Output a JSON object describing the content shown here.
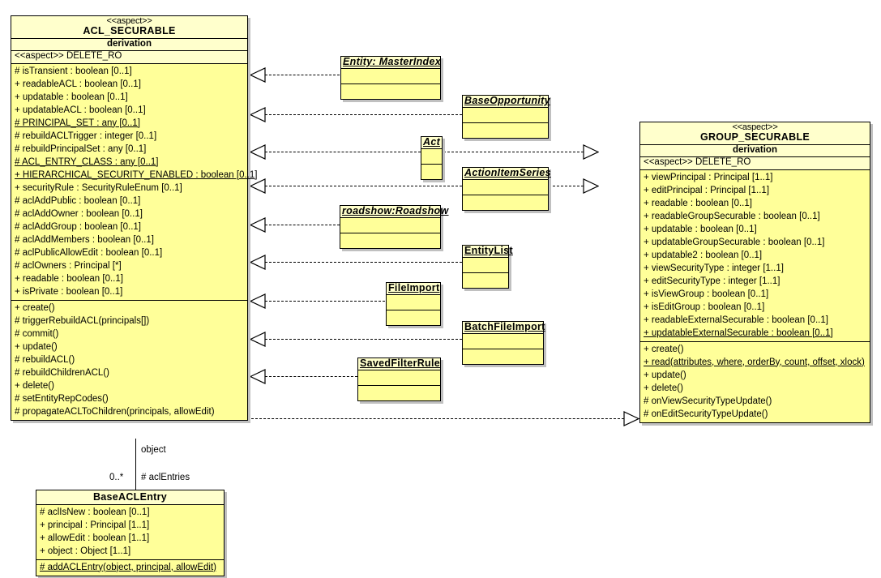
{
  "diagram": {
    "type": "uml-class-diagram",
    "colors": {
      "class_body": "#ffff99",
      "class_header": "#ffffcc",
      "border": "#000000",
      "shadow": "#c0c0c0",
      "background": "#ffffff"
    }
  },
  "classes": {
    "acl_securable": {
      "stereotype": "<<aspect>>",
      "name": "ACL_SECURABLE",
      "subhead": "derivation",
      "subline": "<<aspect>> DELETE_RO",
      "attributes": [
        {
          "text": "# isTransient : boolean [0..1]",
          "static": false
        },
        {
          "text": "+ readableACL : boolean [0..1]",
          "static": false
        },
        {
          "text": "+ updatable : boolean [0..1]",
          "static": false
        },
        {
          "text": "+ updatableACL : boolean [0..1]",
          "static": false
        },
        {
          "text": "# PRINCIPAL_SET : any [0..1]",
          "static": true
        },
        {
          "text": "# rebuildACLTrigger : integer [0..1]",
          "static": false
        },
        {
          "text": "# rebuildPrincipalSet : any [0..1]",
          "static": false
        },
        {
          "text": "# ACL_ENTRY_CLASS : any [0..1]",
          "static": true
        },
        {
          "text": "+ HIERARCHICAL_SECURITY_ENABLED : boolean [0..1]",
          "static": true
        },
        {
          "text": "+ securityRule : SecurityRuleEnum [0..1]",
          "static": false
        },
        {
          "text": "# aclAddPublic : boolean [0..1]",
          "static": false
        },
        {
          "text": "# aclAddOwner : boolean [0..1]",
          "static": false
        },
        {
          "text": "# aclAddGroup : boolean [0..1]",
          "static": false
        },
        {
          "text": "# aclAddMembers : boolean [0..1]",
          "static": false
        },
        {
          "text": "# aclPublicAllowEdit : boolean [0..1]",
          "static": false
        },
        {
          "text": "# aclOwners : Principal [*]",
          "static": false
        },
        {
          "text": "+ readable : boolean [0..1]",
          "static": false
        },
        {
          "text": "+ isPrivate : boolean [0..1]",
          "static": false
        }
      ],
      "operations": [
        {
          "text": "+ create()",
          "static": false
        },
        {
          "text": "# triggerRebuildACL(principals[])",
          "static": false
        },
        {
          "text": "# commit()",
          "static": false
        },
        {
          "text": "+ update()",
          "static": false
        },
        {
          "text": "# rebuildACL()",
          "static": false
        },
        {
          "text": "# rebuildChildrenACL()",
          "static": false
        },
        {
          "text": "+ delete()",
          "static": false
        },
        {
          "text": "# setEntityRepCodes()",
          "static": false
        },
        {
          "text": "# propagateACLToChildren(principals, allowEdit)",
          "static": false
        }
      ]
    },
    "group_securable": {
      "stereotype": "<<aspect>>",
      "name": "GROUP_SECURABLE",
      "subhead": "derivation",
      "subline": "<<aspect>> DELETE_RO",
      "attributes": [
        {
          "text": "+ viewPrincipal : Principal [1..1]",
          "static": false
        },
        {
          "text": "+ editPrincipal : Principal [1..1]",
          "static": false
        },
        {
          "text": "+ readable : boolean [0..1]",
          "static": false
        },
        {
          "text": "+ readableGroupSecurable : boolean [0..1]",
          "static": false
        },
        {
          "text": "+ updatable : boolean [0..1]",
          "static": false
        },
        {
          "text": "+ updatableGroupSecurable : boolean [0..1]",
          "static": false
        },
        {
          "text": "+ updatable2 : boolean [0..1]",
          "static": false
        },
        {
          "text": "+ viewSecurityType : integer [1..1]",
          "static": false
        },
        {
          "text": "+ editSecurityType : integer [1..1]",
          "static": false
        },
        {
          "text": "+ isViewGroup : boolean [0..1]",
          "static": false
        },
        {
          "text": "+ isEditGroup : boolean [0..1]",
          "static": false
        },
        {
          "text": "+ readableExternalSecurable : boolean [0..1]",
          "static": false
        },
        {
          "text": "+ updatableExternalSecurable : boolean [0..1]",
          "static": true
        }
      ],
      "operations": [
        {
          "text": "+ create()",
          "static": false
        },
        {
          "text": "+ read(attributes, where, orderBy, count, offset, xlock)",
          "static": true
        },
        {
          "text": "+ update()",
          "static": false
        },
        {
          "text": "+ delete()",
          "static": false
        },
        {
          "text": "# onViewSecurityTypeUpdate()",
          "static": false
        },
        {
          "text": "# onEditSecurityTypeUpdate()",
          "static": false
        }
      ]
    },
    "base_acl_entry": {
      "name": "BaseACLEntry",
      "attributes": [
        {
          "text": "# aclIsNew : boolean [0..1]",
          "static": false
        },
        {
          "text": "+ principal : Principal [1..1]",
          "static": false
        },
        {
          "text": "+ allowEdit : boolean [1..1]",
          "static": false
        },
        {
          "text": "+ object : Object [1..1]",
          "static": false
        }
      ],
      "operations": [
        {
          "text": "# addACLEntry(object, principal, allowEdit)",
          "static": true
        }
      ]
    }
  },
  "stubs": [
    {
      "id": "entity-masterindex",
      "name": "Entity: MasterIndex",
      "style": "italic-underline"
    },
    {
      "id": "baseopportunity",
      "name": "BaseOpportunity",
      "style": "italic-underline"
    },
    {
      "id": "act",
      "name": "Act",
      "style": "italic-underline"
    },
    {
      "id": "actionitemseries",
      "name": "ActionItemSeries",
      "style": "italic-underline"
    },
    {
      "id": "roadshow",
      "name": "roadshow:Roadshow",
      "style": "italic-underline"
    },
    {
      "id": "entitylist",
      "name": "EntityList",
      "style": "underline"
    },
    {
      "id": "fileimport",
      "name": "FileImport",
      "style": "underline"
    },
    {
      "id": "batchfileimport",
      "name": "BatchFileImport",
      "style": "underline"
    },
    {
      "id": "savedfilterrule",
      "name": "SavedFilterRule",
      "style": "underline"
    }
  ],
  "association": {
    "role_target": "object",
    "multiplicity": "0..*",
    "role_source": "# aclEntries"
  }
}
